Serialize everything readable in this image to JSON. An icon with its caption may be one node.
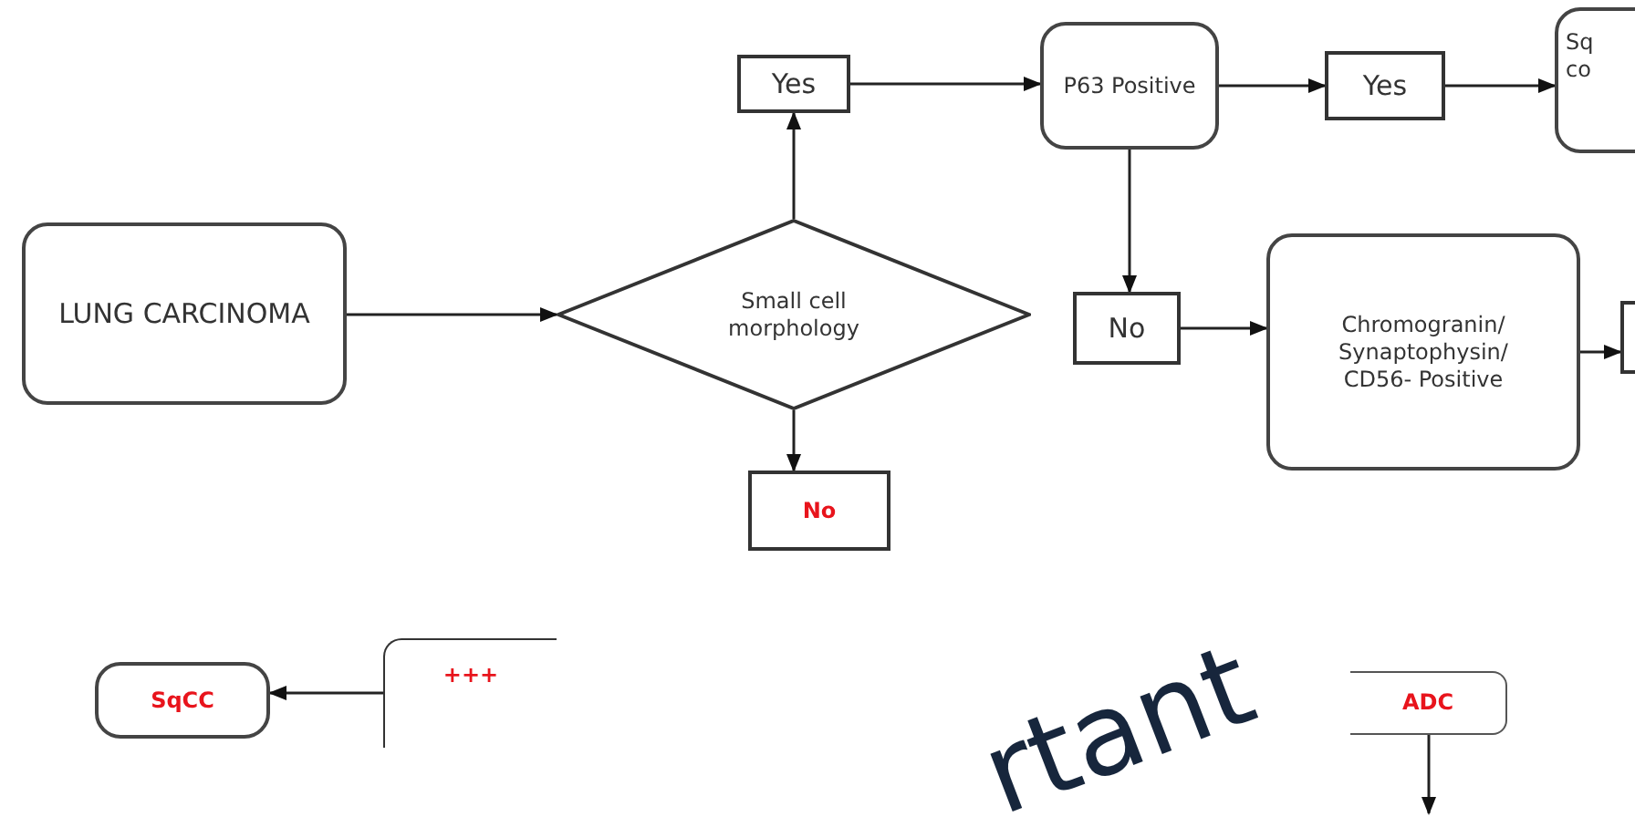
{
  "diagram": {
    "nodes": [
      {
        "text": [
          "LUNG CARCINOMA"
        ]
      },
      {
        "text": [
          "Small cell morphology"
        ]
      },
      {
        "text": [
          "Yes"
        ]
      },
      {
        "text": [
          "P63 Positive"
        ]
      },
      {
        "text": [
          "Yes"
        ]
      },
      {
        "text": [
          "Sq",
          "co"
        ]
      },
      {
        "text": [
          "No"
        ]
      },
      {
        "text": [
          "Chromogranin/ Synaptophysin/ CD56- Positive"
        ]
      },
      {
        "text": [],
        "shape": "box"
      },
      {
        "text": [
          "No"
        ]
      },
      {
        "text": [
          "SqCC"
        ]
      },
      {
        "text": [
          "+++"
        ]
      },
      {
        "text": [
          "ADC"
        ]
      }
    ],
    "edges": [
      {
        "from": 0,
        "to": 1,
        "arrow": "to"
      },
      {
        "from": 1,
        "to": 2,
        "arrow": "to"
      },
      {
        "from": 2,
        "to": 3,
        "arrow": "to"
      },
      {
        "from": 3,
        "to": 4,
        "arrow": "to"
      },
      {
        "from": 4,
        "to": 5,
        "arrow": "to"
      },
      {
        "from": 3,
        "to": 6,
        "arrow": "to"
      },
      {
        "from": 6,
        "to": 7,
        "arrow": "to"
      },
      {
        "from": 7,
        "to": 8,
        "arrow": "to"
      },
      {
        "from": 1,
        "to": 9,
        "arrow": "to"
      },
      {
        "from": 11,
        "to": 10,
        "arrow": "to"
      },
      {
        "from": 12,
        "to": null,
        "arrow": "to"
      }
    ],
    "labels": [
      "rtant"
    ]
  }
}
